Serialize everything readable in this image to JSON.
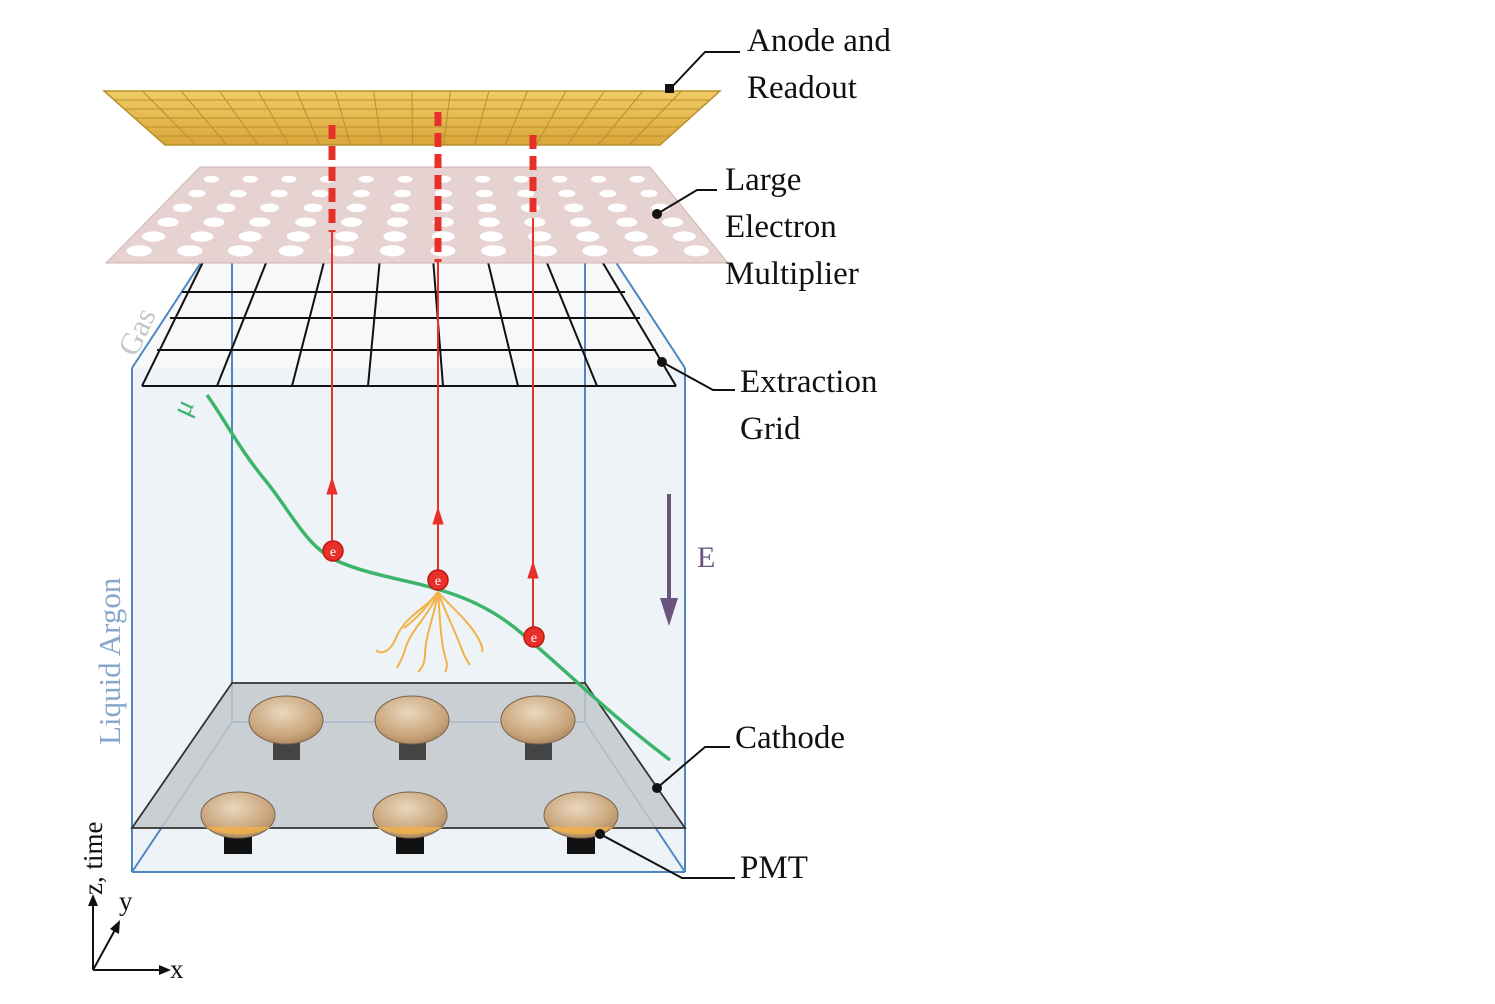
{
  "labels": {
    "anode_line1": "Anode and",
    "anode_line2": "Readout",
    "lem_line1": "Large",
    "lem_line2": "Electron",
    "lem_line3": "Multiplier",
    "grid_line1": "Extraction",
    "grid_line2": "Grid",
    "cathode": "Cathode",
    "pmt": "PMT",
    "field": "E",
    "muon": "μ",
    "gas": "Gas",
    "liquid": "Liquid Argon",
    "axis_z": "z, time",
    "axis_y": "y",
    "axis_x": "x"
  },
  "colors": {
    "anode": "#e3b84f",
    "lem": "#e6d2d0",
    "grid": "#111111",
    "cryostat": "#4f86c0",
    "liquid_fill": "#eef3f7",
    "cathode": "#c3c8cd",
    "drift": "#e8302a",
    "muon_track": "#3cb56b",
    "shower": "#f2b248",
    "field_arrow": "#6b557f",
    "pmt_dome": "#c8a67e"
  }
}
